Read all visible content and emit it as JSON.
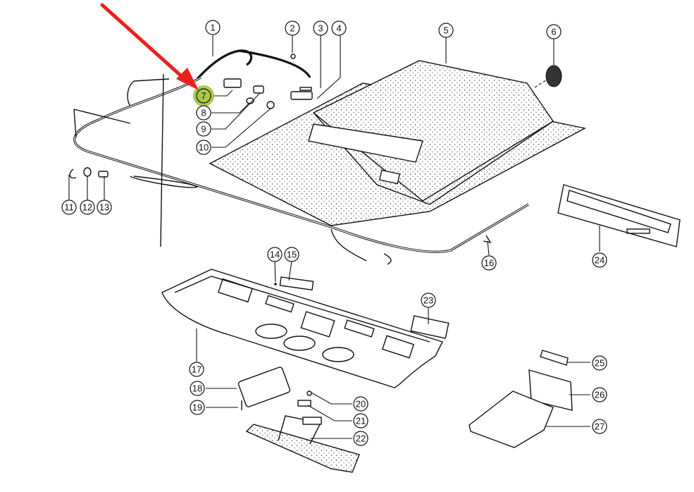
{
  "diagram": {
    "title": "Headliner / overhead console exploded parts diagram",
    "highlight": {
      "part": "7",
      "color": "#a4c23c",
      "arrow_color": "#e8211d"
    },
    "callouts": [
      {
        "id": "1",
        "label": "1"
      },
      {
        "id": "2",
        "label": "2"
      },
      {
        "id": "3",
        "label": "3"
      },
      {
        "id": "4",
        "label": "4"
      },
      {
        "id": "5",
        "label": "5"
      },
      {
        "id": "6",
        "label": "6"
      },
      {
        "id": "7",
        "label": "7"
      },
      {
        "id": "8",
        "label": "8"
      },
      {
        "id": "9",
        "label": "9"
      },
      {
        "id": "10",
        "label": "10"
      },
      {
        "id": "11",
        "label": "11"
      },
      {
        "id": "12",
        "label": "12"
      },
      {
        "id": "13",
        "label": "13"
      },
      {
        "id": "14",
        "label": "14"
      },
      {
        "id": "15",
        "label": "15"
      },
      {
        "id": "16",
        "label": "16"
      },
      {
        "id": "17",
        "label": "17"
      },
      {
        "id": "18",
        "label": "18"
      },
      {
        "id": "19",
        "label": "19"
      },
      {
        "id": "20",
        "label": "20"
      },
      {
        "id": "21",
        "label": "21"
      },
      {
        "id": "22",
        "label": "22"
      },
      {
        "id": "23",
        "label": "23"
      },
      {
        "id": "24",
        "label": "24"
      },
      {
        "id": "25",
        "label": "25"
      },
      {
        "id": "26",
        "label": "26"
      },
      {
        "id": "27",
        "label": "27"
      }
    ]
  }
}
